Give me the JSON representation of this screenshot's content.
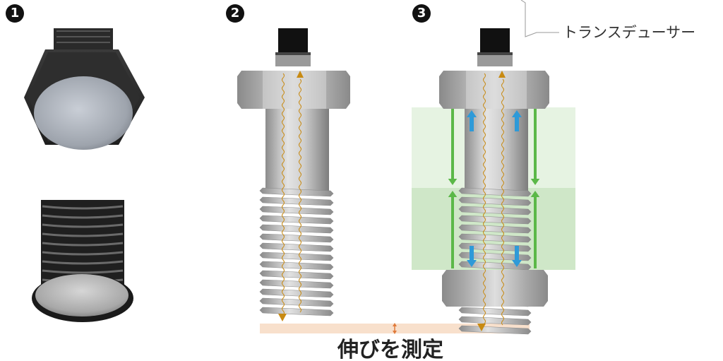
{
  "step_numbers": [
    "1",
    "2",
    "3"
  ],
  "transducer_label": "トランスデューサー",
  "caption": "伸びを測定",
  "colors": {
    "ultrasound_wave": "#c88a12",
    "compression_arrow": "#5bb848",
    "tension_arrow": "#2e9ad8",
    "clamped_zone_light": "#e6f3e2",
    "clamped_zone_dark": "#cfe7c8",
    "elongation_band": "#f8e0cc"
  }
}
